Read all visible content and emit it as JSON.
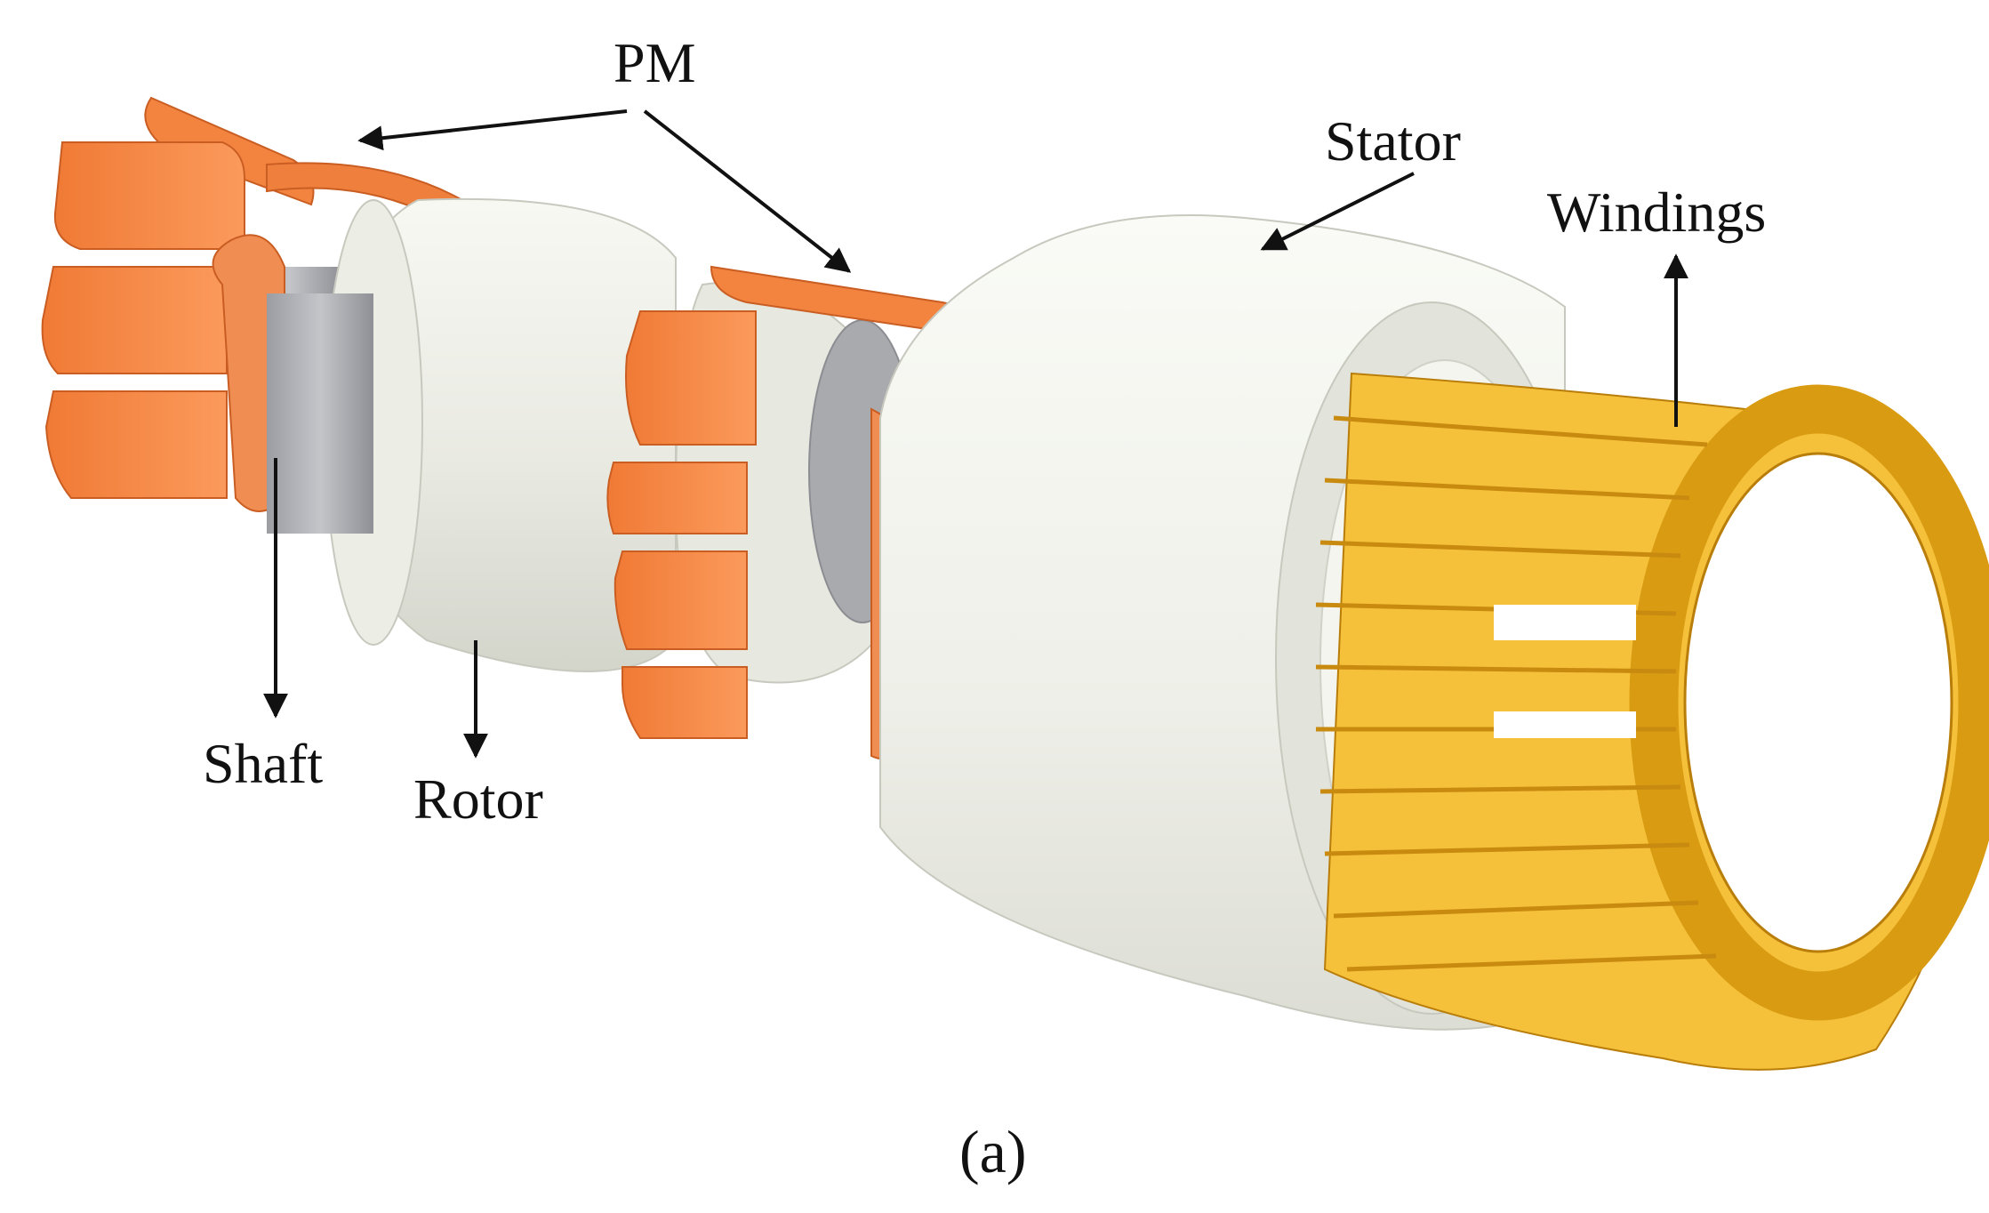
{
  "figure": {
    "caption": "(a)",
    "labels": {
      "pm": "PM",
      "stator": "Stator",
      "windings": "Windings",
      "shaft": "Shaft",
      "rotor": "Rotor"
    },
    "colors": {
      "magnet": "#F58A45",
      "magnet_dark": "#D8662A",
      "rotor": "#E6E8DF",
      "stator": "#F0F1EA",
      "shaft": "#A9AAAE",
      "winding": "#F2B21C",
      "winding_dark": "#C98A10"
    }
  }
}
